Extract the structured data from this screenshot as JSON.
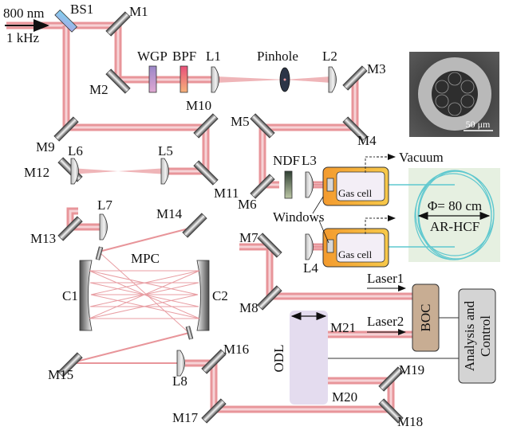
{
  "figure": {
    "title": "Optical setup: MPC pulse compression, gas-filled AR-HCF, and BOC timing detection",
    "input": {
      "wavelength": "800 nm",
      "rep_rate": "1 kHz"
    },
    "beamsplitter": "BS1",
    "mirrors": [
      "M1",
      "M2",
      "M3",
      "M4",
      "M5",
      "M6",
      "M7",
      "M8",
      "M9",
      "M10",
      "M11",
      "M12",
      "M13",
      "M14",
      "M15",
      "M16",
      "M17",
      "M18",
      "M19",
      "M20",
      "M21"
    ],
    "lenses": [
      "L1",
      "L2",
      "L3",
      "L4",
      "L5",
      "L6",
      "L7",
      "L8"
    ],
    "filters": {
      "wgp": "WGP",
      "bpf": "BPF",
      "ndf": "NDF"
    },
    "pinhole": "Pinhole",
    "mpc": {
      "label": "MPC",
      "mirror_left": "C1",
      "mirror_right": "C2"
    },
    "gas_cell_label": "Gas cell",
    "windows_label": "Windows",
    "vacuum_label": "Vacuum",
    "fiber": {
      "diameter": "Φ= 80 cm",
      "type": "AR-HCF"
    },
    "sem_inset": {
      "scale_bar": "50 μm"
    },
    "odl": "ODL",
    "boc": "BOC",
    "laser1": "Laser1",
    "laser2": "Laser2",
    "analysis": {
      "line1": "Analysis and",
      "line2": "Control"
    }
  },
  "colors": {
    "beam": "#e8959a",
    "beam_core": "#f6d3d6",
    "fiber_line": "#5fc8cf",
    "gas_cell": "#f4a534",
    "boc_fill": "#c8ad93",
    "analysis_fill": "#d4d4d4",
    "odl_fill": "#e4dcef",
    "fiber_bg": "#e6f0e1"
  }
}
